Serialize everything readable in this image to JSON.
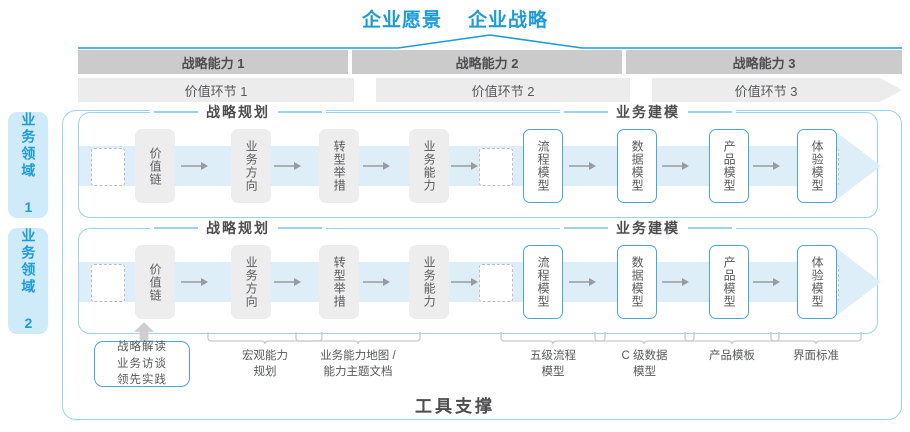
{
  "top_titles": [
    {
      "text": "企业愿景"
    },
    {
      "text": "企业战略"
    }
  ],
  "capability_row": [
    {
      "label": "战略能力 1"
    },
    {
      "label": "战略能力 2"
    },
    {
      "label": "战略能力 3"
    }
  ],
  "value_row": [
    {
      "label": "价值环节 1"
    },
    {
      "label": "价值环节 2"
    },
    {
      "label": "价值环节 3"
    }
  ],
  "domains": [
    {
      "label": "业务领域 1"
    },
    {
      "label": "业务领域 2"
    }
  ],
  "sections": [
    {
      "title": "战略规划"
    },
    {
      "title": "业务建模"
    }
  ],
  "nodes": [
    {
      "label": "价值链",
      "style": "gray"
    },
    {
      "label": "业务方向",
      "style": "gray"
    },
    {
      "label": "转型举措",
      "style": "gray"
    },
    {
      "label": "业务能力",
      "style": "gray"
    },
    {
      "label": "流程模型",
      "style": "blue"
    },
    {
      "label": "数据模型",
      "style": "blue"
    },
    {
      "label": "产品模型",
      "style": "blue"
    },
    {
      "label": "体验模型",
      "style": "blue"
    }
  ],
  "tool_box": {
    "lines": [
      "战略解读",
      "业务访谈",
      "领先实践"
    ]
  },
  "tool_labels": [
    {
      "lines": [
        "宏观能力",
        "规划"
      ]
    },
    {
      "lines": [
        "业务能力地图 /",
        "能力主题文档"
      ]
    },
    {
      "lines": [
        "五级流程",
        "模型"
      ]
    },
    {
      "lines": [
        "C 级数据",
        "模型"
      ]
    },
    {
      "lines": [
        "产品模板"
      ]
    },
    {
      "lines": [
        "界面标准"
      ]
    }
  ],
  "footer": {
    "label": "工具支撑"
  },
  "colors": {
    "accent_blue": "#1d9bd6",
    "border_blue": "#9bd3ea",
    "node_blue": "#4aa8d8",
    "band": "#ddeef8",
    "cap_gray": "#cbcbcb",
    "val_gray": "#ececec",
    "node_gray": "#ededed",
    "text": "#58595b"
  }
}
